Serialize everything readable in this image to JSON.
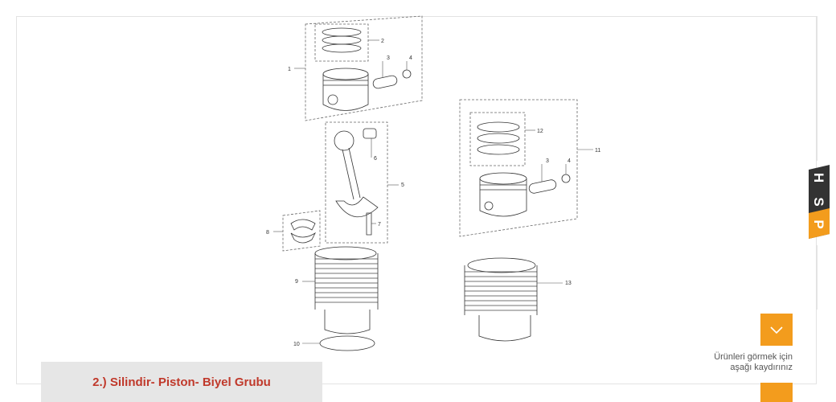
{
  "caption": {
    "title": "2.) Silindir- Piston- Biyel Grubu"
  },
  "scroll_hint": {
    "line1": "Ürünleri görmek için",
    "line2": "aşağı kaydırınız"
  },
  "brand": {
    "letters": [
      "H",
      "S",
      "P"
    ]
  },
  "diagram": {
    "labels": [
      "1",
      "2",
      "3",
      "4",
      "5",
      "6",
      "7",
      "8",
      "9",
      "10",
      "11",
      "12",
      "3",
      "4",
      "13"
    ]
  },
  "colors": {
    "accent": "#f39c1d",
    "caption_text": "#c0392b",
    "caption_bg": "#e6e6e6",
    "brand_dark": "#333333"
  }
}
